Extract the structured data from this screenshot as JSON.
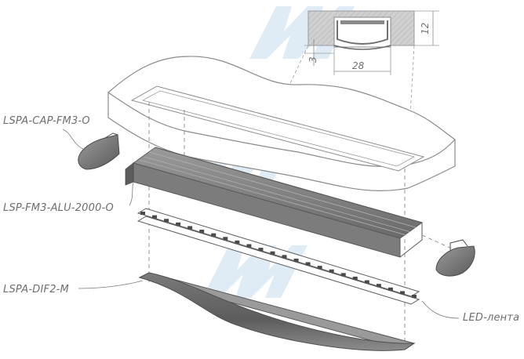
{
  "callouts": {
    "end_cap": "LSPA-CAP-FM3-O",
    "profile": "LSP-FM3-ALU-2000-O",
    "diffuser": "LSPA-DIF2-M",
    "led_strip": "LED-лента"
  },
  "dimensions": {
    "width": "28",
    "height": "12",
    "depth": "3"
  },
  "colors": {
    "line": "#8a8a8a",
    "profile_dark": "#6d6d6d",
    "watermark": "#b9d3e6"
  }
}
